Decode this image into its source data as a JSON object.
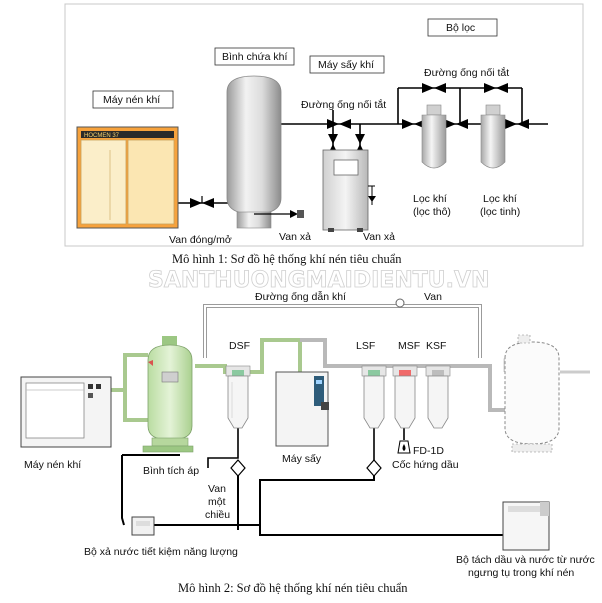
{
  "top": {
    "labels": {
      "compressor": "Máy nén khí",
      "tank": "Bình chứa khí",
      "dryer": "Máy sấy khí",
      "filter_group": "Bộ lọc",
      "bypass1": "Đường ống nối tắt",
      "bypass2": "Đường ống nối tắt",
      "valve": "Van đóng/mở",
      "drain1": "Van xả",
      "drain2": "Van xả",
      "coarse_l1": "Lọc khí",
      "coarse_l2": "(lọc thô)",
      "fine_l1": "Lọc khí",
      "fine_l2": "(lọc tinh)",
      "compressor_display": "HOCMEN 37"
    },
    "caption": "Mô hình 1: Sơ đồ hệ thống khí nén tiêu chuẩn"
  },
  "watermark": "SANTHUONGMAIDIENTU.VN",
  "bottom": {
    "labels": {
      "supply_line": "Đường ống dẫn khí",
      "van": "Van",
      "dsf": "DSF",
      "lsf": "LSF",
      "msf": "MSF",
      "ksf": "KSF",
      "fd": "FD-1D",
      "compressor": "Máy nén khí",
      "tank": "Bình tích áp",
      "dryer": "Máy sấy",
      "check_valve_l1": "Van",
      "check_valve_l2": "một",
      "check_valve_l3": "chiều",
      "oil_cup": "Cốc hứng dầu",
      "drain_saver": "Bộ xả nước tiết kiệm năng lượng",
      "separator_l1": "Bộ tách dầu và nước từ nước",
      "separator_l2": "ngưng tụ trong khí nén"
    },
    "caption": "Mô hình 2: Sơ đồ hệ thống khí nén tiêu chuẩn"
  },
  "colors": {
    "tank_green": "#cfe8bd",
    "pipe_green": "#d9ecc9",
    "compressor_orange": "#f08a1e",
    "compressor_panel": "#fbeec9",
    "dryer_blue": "#2e5c7a",
    "filter_cap_green": "#8bc9a0",
    "filter_cap_red": "#f06a6a"
  }
}
